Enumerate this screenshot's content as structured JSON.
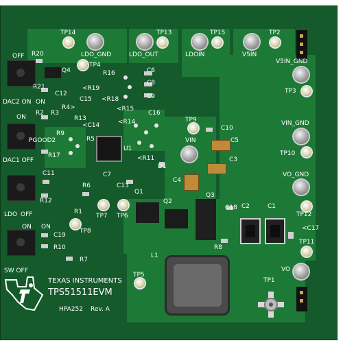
{
  "board": {
    "title": "TEXAS INSTRUMENTS",
    "model": "TPS51511EVM",
    "part": "HPA252",
    "rev": "Rev. A"
  },
  "switches": [
    {
      "id": "dac2",
      "top_label": "OFF",
      "bottom_label": "DAC2 ON"
    },
    {
      "id": "dac1",
      "top_label": "ON",
      "bottom_label": "DAC1 OFF"
    },
    {
      "id": "ldo",
      "top_label": "LDO",
      "bottom_label": "OFF"
    },
    {
      "id": "sw",
      "top_label": "ON",
      "bottom_label": "SW OFF"
    }
  ],
  "labels": {
    "tp14": "TP14",
    "ldo_gnd": "LDO_GND",
    "ldo_out": "LDO_OUT",
    "tp13": "TP13",
    "ldoin": "LDOIN",
    "tp15": "TP15",
    "v5in": "V5IN",
    "tp2": "TP2",
    "v5in_gnd": "V5IN_GND",
    "tp3": "TP3",
    "tp4": "TP4",
    "tp9": "TP9",
    "vin": "VIN",
    "vin_gnd": "VIN_GND",
    "tp10": "TP10",
    "vo_gnd": "VO_GND",
    "tp12": "TP12",
    "tp11": "TP11",
    "vo": "VO",
    "tp5": "TP5",
    "tp1": "TP1",
    "tp7": "TP7",
    "tp6": "TP6",
    "tp8": "TP8",
    "pgood2": "PGOOD2",
    "r20": "R20",
    "q4": "Q4",
    "r21": "R21",
    "c12": "C12",
    "r19": "<R19",
    "r16": "R16",
    "c6": "C6",
    "c8": "C8",
    "c9": "C9",
    "c15": "C15",
    "r18": "<R18",
    "r4": "R4>",
    "r15": "<R15",
    "r2": "R2",
    "r3": "R3",
    "r13": "R13",
    "c14": "<C14",
    "r14": "<R14",
    "c16": "C16",
    "r9": "R9",
    "r5": "R5",
    "u1": "U1",
    "r17": "R17",
    "r11": "<R11",
    "d1": "D1",
    "c10": "C10",
    "c5": "C5",
    "c3": "C3",
    "c4": "C4",
    "c11": "C11",
    "c7": "C7",
    "c13": "C13",
    "q1": "Q1",
    "r12": "R12",
    "r6": "R6",
    "q2": "Q2",
    "q3": "Q3",
    "c18": "C18",
    "c2": "C2",
    "c1": "C1",
    "c17": "<C17",
    "r1": "R1",
    "c19": "C19",
    "r10": "R10",
    "r7": "R7",
    "r8": "R8",
    "l1": "L1",
    "on1": "ON",
    "on2": "ON"
  }
}
